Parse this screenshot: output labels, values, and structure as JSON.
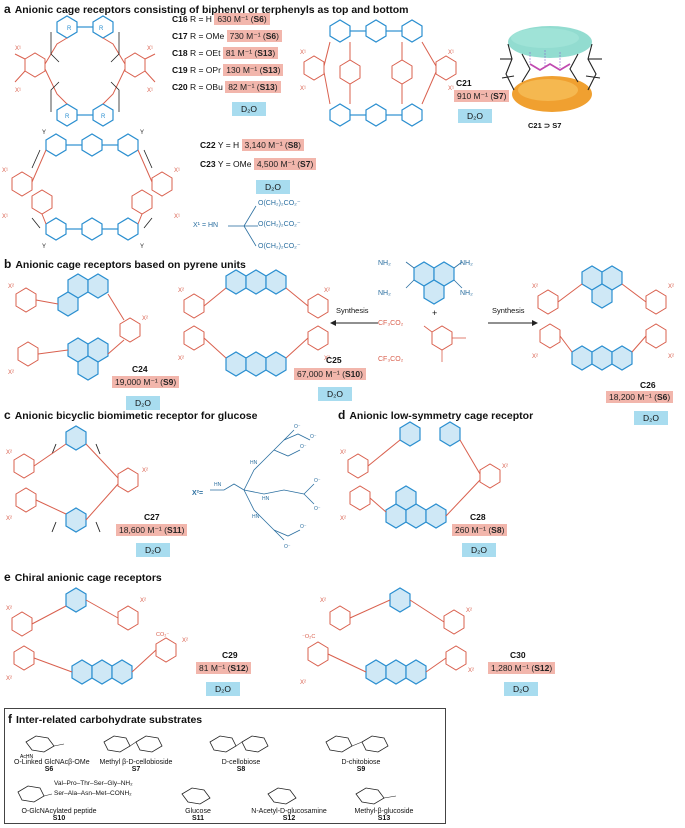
{
  "sections": {
    "a": {
      "letter": "a",
      "title": "Anionic cage receptors consisting of biphenyl or terphenyls as top and bottom"
    },
    "b": {
      "letter": "b",
      "title": "Anionic cage receptors based on pyrene units"
    },
    "c": {
      "letter": "c",
      "title": "Anionic bicyclic biomimetic receptor for glucose"
    },
    "d": {
      "letter": "d",
      "title": "Anionic low-symmetry cage receptor"
    },
    "e": {
      "letter": "e",
      "title": "Chiral anionic cage receptors"
    },
    "f": {
      "letter": "f",
      "title": "Inter-related carbohydrate substrates"
    }
  },
  "solvent": "D₂O",
  "series_c16_c20": [
    {
      "id": "C16",
      "sub": "R = H",
      "value": "630 M⁻¹",
      "substrate": "S6"
    },
    {
      "id": "C17",
      "sub": "R = OMe",
      "value": "730 M⁻¹",
      "substrate": "S6"
    },
    {
      "id": "C18",
      "sub": "R = OEt",
      "value": "81 M⁻¹",
      "substrate": "S13"
    },
    {
      "id": "C19",
      "sub": "R = OPr",
      "value": "130 M⁻¹",
      "substrate": "S13"
    },
    {
      "id": "C20",
      "sub": "R = OBu",
      "value": "82 M⁻¹",
      "substrate": "S13"
    }
  ],
  "c21": {
    "id": "C21",
    "value": "910 M⁻¹",
    "substrate": "S7",
    "complex_label": "C21 ⊃ S7"
  },
  "series_c22_c23": [
    {
      "id": "C22",
      "sub": "Y = H",
      "value": "3,140 M⁻¹",
      "substrate": "S8"
    },
    {
      "id": "C23",
      "sub": "Y = OMe",
      "value": "4,500 M⁻¹",
      "substrate": "S7"
    }
  ],
  "x1_label": "X¹ = HN",
  "x1_chains": [
    "O(CH₂)₂CO₂⁻",
    "O(CH₂)₂CO₂⁻",
    "O(CH₂)₂CO₂⁻"
  ],
  "section_b": {
    "c24": {
      "id": "C24",
      "value": "19,000 M⁻¹",
      "substrate": "S9"
    },
    "c25": {
      "id": "C25",
      "value": "67,000 M⁻¹",
      "substrate": "S10"
    },
    "c26": {
      "id": "C26",
      "value": "18,200 M⁻¹",
      "substrate": "S6"
    },
    "synthesis_left": "Synthesis",
    "synthesis_right": "Synthesis",
    "amine_label": "NH₂",
    "ester_label": "CF₃CO₂",
    "plus": "+"
  },
  "section_c": {
    "c27": {
      "id": "C27",
      "value": "18,600 M⁻¹",
      "substrate": "S11"
    },
    "x2_label": "X²="
  },
  "section_d": {
    "c28": {
      "id": "C28",
      "value": "260 M⁻¹",
      "substrate": "S8"
    }
  },
  "section_e": {
    "c29": {
      "id": "C29",
      "value": "81 M⁻¹",
      "substrate": "S12"
    },
    "c30": {
      "id": "C30",
      "value": "1,280 M⁻¹",
      "substrate": "S12"
    }
  },
  "substrates": [
    {
      "name": "O-Linked GlcNAcβ-OMe",
      "id": "S6"
    },
    {
      "name": "Methyl β-D-cellobioside",
      "id": "S7"
    },
    {
      "name": "D-cellobiose",
      "id": "S8"
    },
    {
      "name": "D-chitobiose",
      "id": "S9"
    },
    {
      "name": "O-GlcNAcylated peptide",
      "id": "S10"
    },
    {
      "name": "Glucose",
      "id": "S11"
    },
    {
      "name": "N-Acetyl-D-glucosamine",
      "id": "S12"
    },
    {
      "name": "Methyl-β-glucoside",
      "id": "S13"
    }
  ],
  "peptide_seq_1": "Val–Pro–Thr–Ser–Gly–NH₂",
  "peptide_seq_2": "Ser–Ala–Asn–Met–CONH₂",
  "colors": {
    "red": "#d9604e",
    "blue": "#2b8fd0",
    "pink_box": "#f2b6ac",
    "cyan_box": "#a8dcef",
    "dark": "#222222"
  }
}
